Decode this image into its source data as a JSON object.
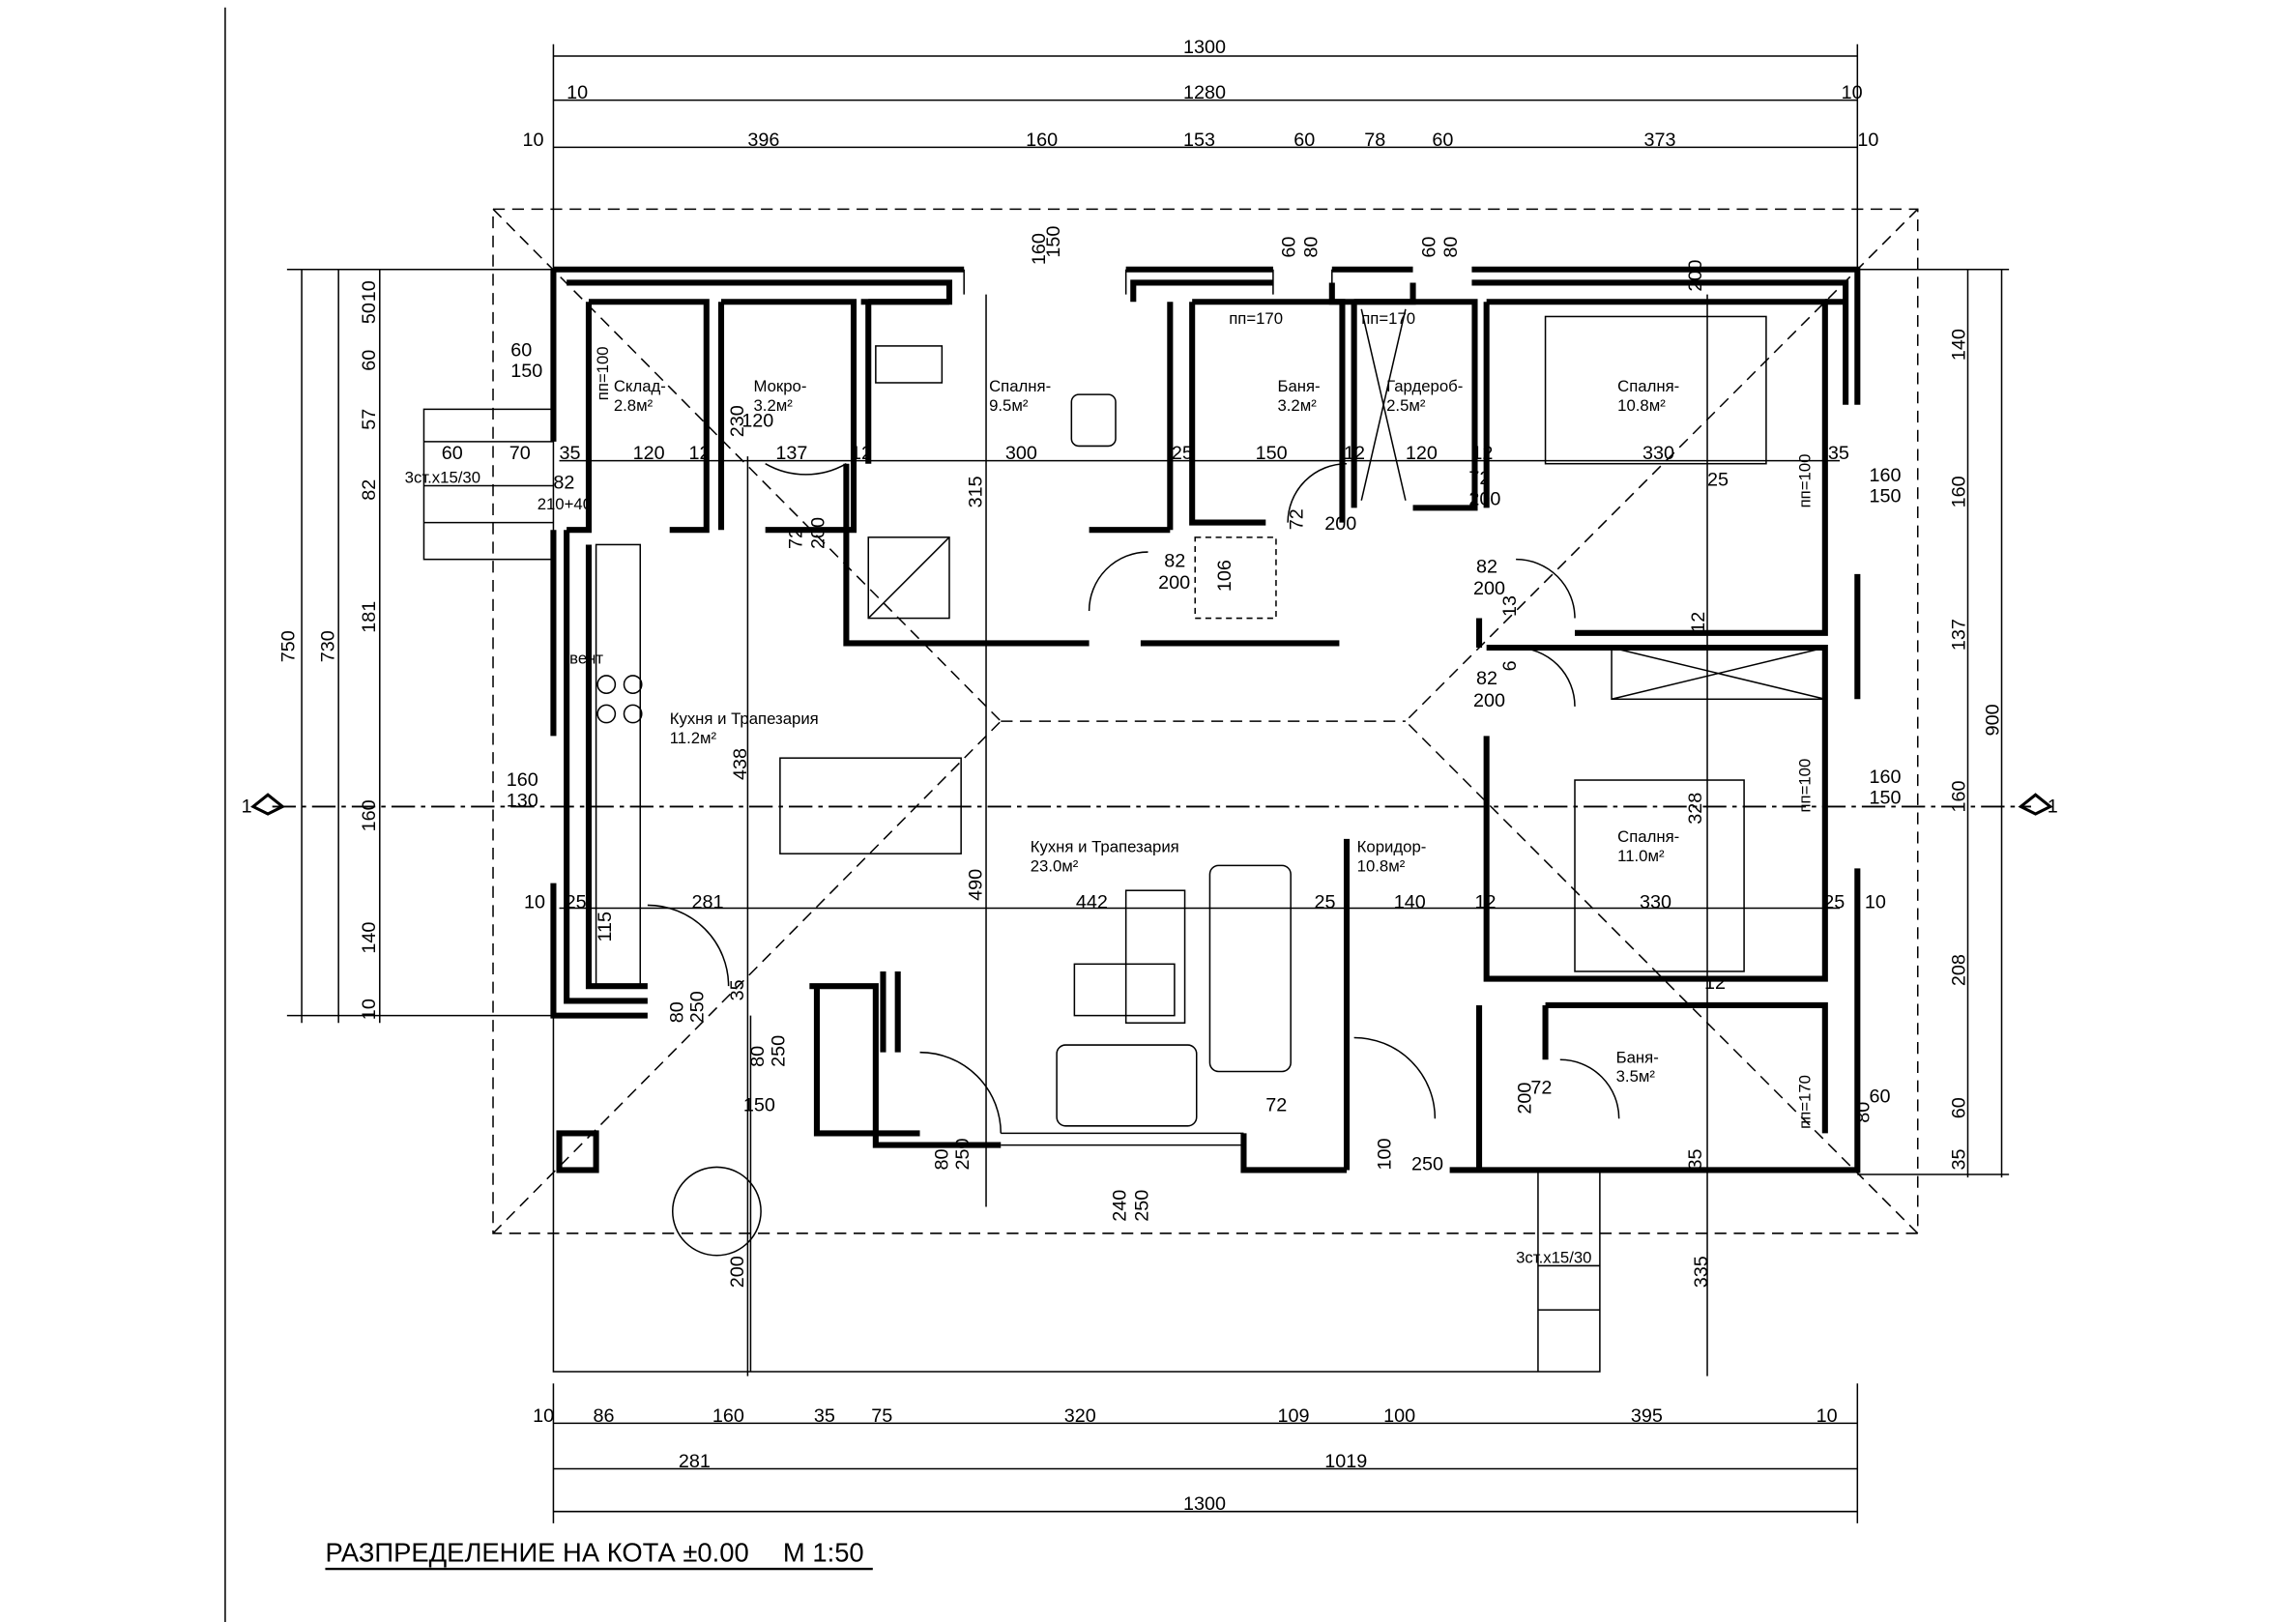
{
  "title": "РАЗПРЕДЕЛЕНИЕ НА КОТА ±0.00",
  "scale": "М 1:50",
  "section_marker": "1",
  "rooms": [
    {
      "name": "Склад-",
      "area": "2.8м²"
    },
    {
      "name": "Мокро-",
      "area": "3.2м²"
    },
    {
      "name": "Спалня-",
      "area": "9.5м²"
    },
    {
      "name": "Баня-",
      "area": "3.2м²"
    },
    {
      "name": "Гардероб-",
      "area": "2.5м²"
    },
    {
      "name": "Спалня-",
      "area": "10.8м²"
    },
    {
      "name": "Кухня и Трапезария",
      "area": "11.2м²"
    },
    {
      "name": "Кухня и Трапезария",
      "area": "23.0м²"
    },
    {
      "name": "Коридор-",
      "area": "10.8м²"
    },
    {
      "name": "Спалня-",
      "area": "11.0м²"
    },
    {
      "name": "Баня-",
      "area": "3.5м²"
    }
  ],
  "annotations": [
    "пп=100",
    "пп=170",
    "пп=170",
    "пп=100",
    "пп=100",
    "пп=170",
    "вент",
    "3ст.х15/30",
    "3ст.х15/30",
    "210+40"
  ],
  "dims_top": {
    "overall": "1300",
    "inner": [
      "10",
      "1280",
      "10"
    ],
    "segments": [
      "10",
      "396",
      "160",
      "153",
      "60",
      "78",
      "60",
      "373",
      "10"
    ]
  },
  "dims_bottom": {
    "segments": [
      "10",
      "86",
      "160",
      "35",
      "75",
      "320",
      "109",
      "100",
      "395",
      "10"
    ],
    "mid": [
      "281",
      "1019"
    ],
    "overall": "1300"
  },
  "dims_left": {
    "overall": "750",
    "inner": "730",
    "segments": [
      "10",
      "50",
      "60",
      "57",
      "82",
      "181",
      "160",
      "140",
      "10"
    ]
  },
  "dims_right": {
    "overall": "900",
    "segments": [
      "140",
      "160",
      "137",
      "160",
      "208",
      "60",
      "35"
    ]
  },
  "dims_inner": [
    "60",
    "150",
    "60",
    "70",
    "35",
    "120",
    "12",
    "137",
    "12",
    "82",
    "300",
    "25",
    "150",
    "12",
    "120",
    "12",
    "72",
    "200",
    "330",
    "35",
    "160",
    "150",
    "315",
    "230",
    "72",
    "200",
    "82",
    "200",
    "106",
    "72",
    "200",
    "82",
    "200",
    "82",
    "200",
    "438",
    "160",
    "130",
    "10",
    "25",
    "281",
    "442",
    "25",
    "140",
    "12",
    "330",
    "25",
    "10",
    "160",
    "150",
    "115",
    "490",
    "80",
    "250",
    "35",
    "80",
    "250",
    "150",
    "72",
    "60",
    "80",
    "80",
    "250",
    "240",
    "250",
    "100",
    "250",
    "72",
    "200",
    "200",
    "335",
    "328",
    "25",
    "12",
    "12",
    "13",
    "6",
    "120",
    "35",
    "200",
    "160",
    "150",
    "60",
    "80",
    "60",
    "80"
  ]
}
